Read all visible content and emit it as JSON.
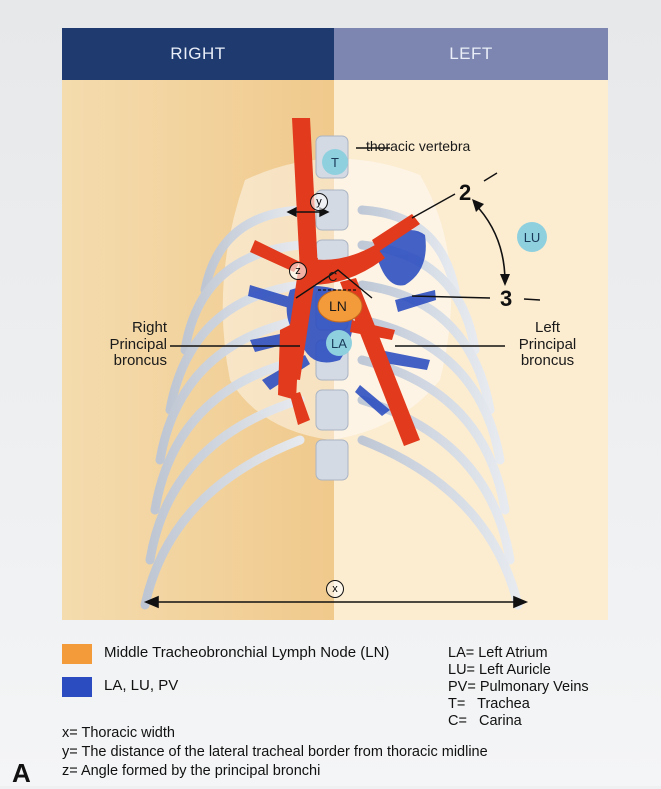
{
  "header": {
    "right_label": "RIGHT",
    "left_label": "LEFT"
  },
  "labels": {
    "thoracic_vertebra": "thoracic vertebra",
    "t": "T",
    "y": "y",
    "z": "z",
    "c": "C",
    "ln": "LN",
    "la": "LA",
    "lu": "LU",
    "x": "x",
    "num2": "2",
    "num3": "3",
    "right_principal": [
      "Right",
      "Principal",
      "broncus"
    ],
    "left_principal": [
      "Left",
      "Principal",
      "broncus"
    ]
  },
  "legend": [
    {
      "color": "#f39a3a",
      "text": "Middle Tracheobronchial Lymph Node (LN)"
    },
    {
      "color": "#2a4cc0",
      "text": "LA, LU, PV"
    }
  ],
  "abbreviations": [
    "LA= Left Atrium",
    "LU= Left Auricle",
    "PV= Pulmonary Veins",
    "T=   Trachea",
    "C=   Carina"
  ],
  "definitions": [
    "x= Thoracic width",
    "y= The distance of the lateral tracheal border from thoracic midline",
    "z= Angle formed by the principal bronchi"
  ],
  "figure_letter": "A",
  "colors": {
    "airway": "#e23a1c",
    "vessels": "#2a4cc0",
    "lymph_node": "#f39a3a",
    "header_right": "#1e3a6e",
    "header_left": "#7d86b0"
  }
}
